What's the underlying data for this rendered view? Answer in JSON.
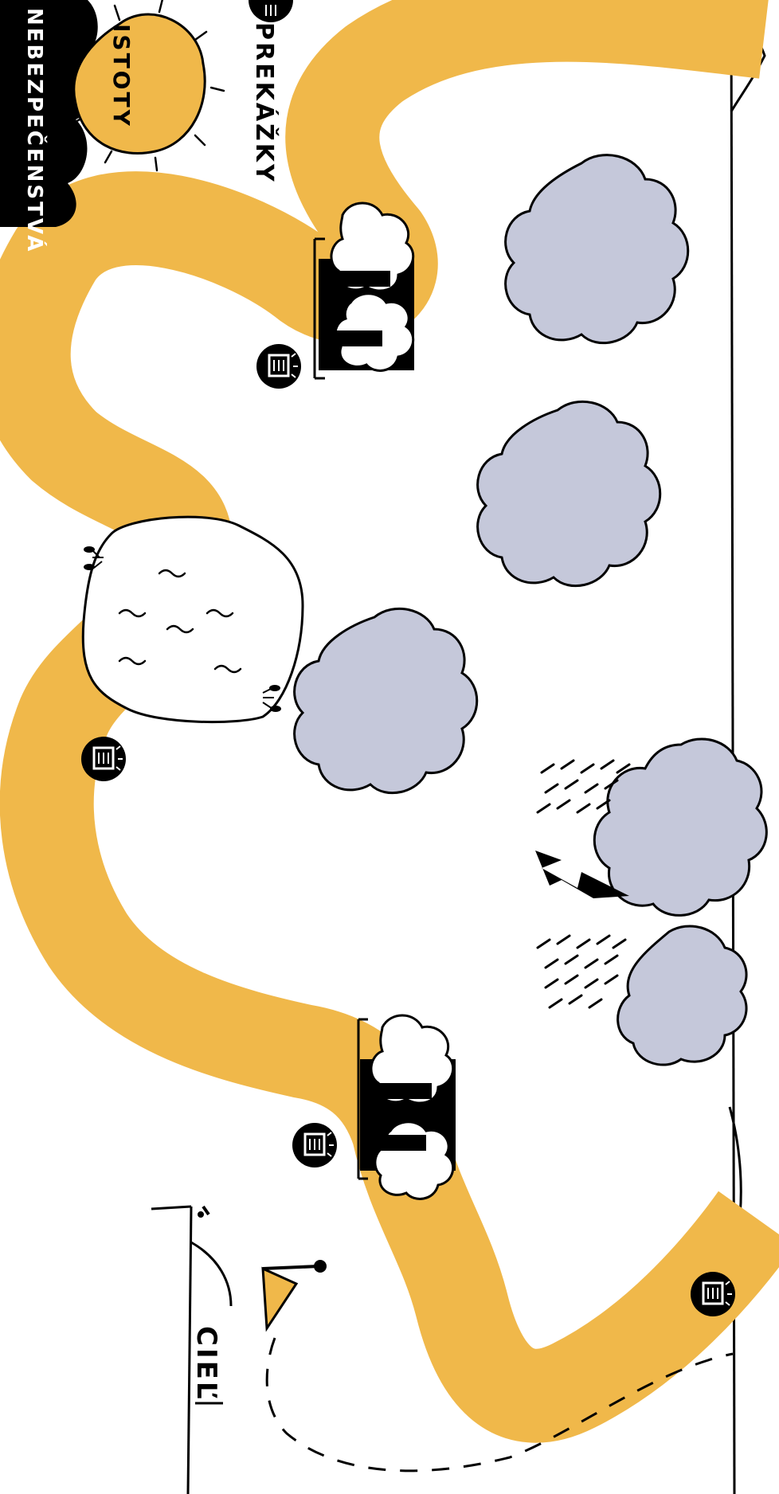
{
  "labels": {
    "obstacles": "PREKÁŽKY",
    "certainties": "ISTOTY",
    "dangers": "NEBEZPEČENSTVÁ",
    "goal": "CIEĽ"
  },
  "colors": {
    "path": "#F0B84A",
    "cloud": "#C5C8DA",
    "ink": "#000000",
    "paper": "#FFFFFF"
  },
  "icons": [
    "lantern-icon",
    "sun-icon",
    "flag-icon",
    "lightning-icon",
    "rain-icon",
    "dark-cloud-icon",
    "pond-icon"
  ]
}
